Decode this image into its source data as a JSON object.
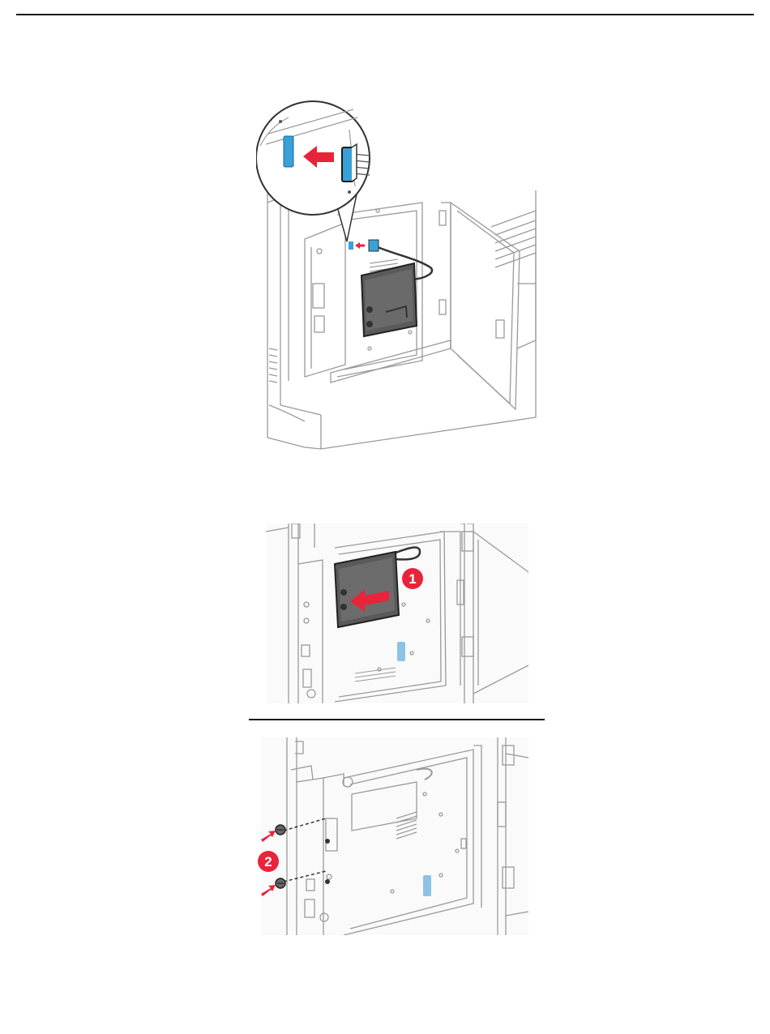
{
  "figures": [
    {
      "id": "connect-cable",
      "callout_step": ""
    },
    {
      "id": "slide-board",
      "callout_step": "1"
    },
    {
      "id": "insert-screws",
      "callout_step": "2"
    }
  ],
  "colors": {
    "line_art": "#8c8c8c",
    "board_dark": "#4a4a4a",
    "connector_blue": "#3aa0d8",
    "arrow_red": "#e8243a",
    "badge_red": "#e8243a",
    "rule": "#1a1a1a"
  },
  "icons": [
    "red-arrow-icon",
    "step-badge-icon",
    "screw-icon",
    "connector-icon"
  ]
}
